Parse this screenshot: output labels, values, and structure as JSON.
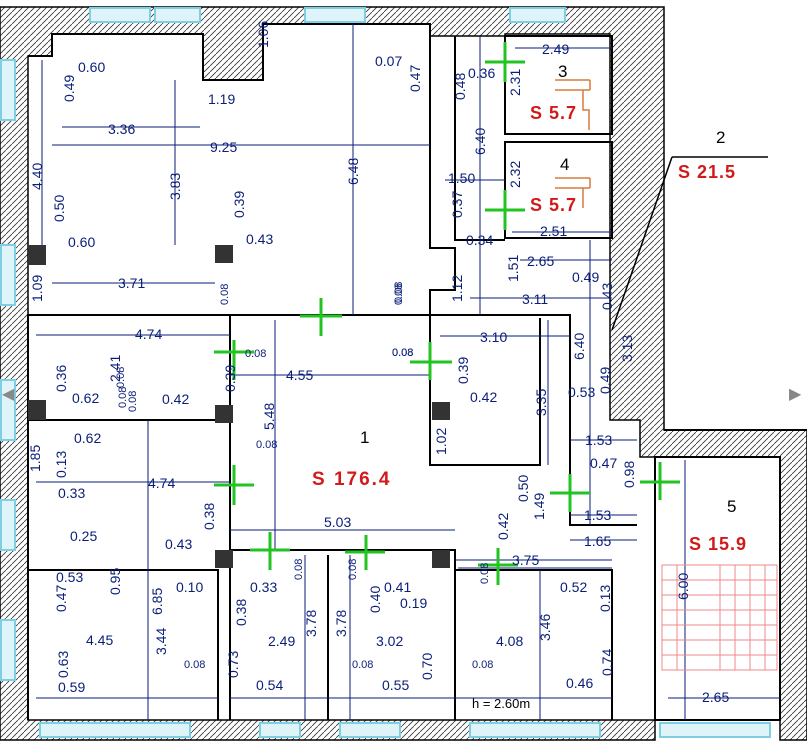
{
  "rooms": [
    {
      "number": "1",
      "area": "S 176.4"
    },
    {
      "number": "2",
      "area": "S 21.5"
    },
    {
      "number": "3",
      "area": "S 5.7"
    },
    {
      "number": "4",
      "area": "S 5.7"
    },
    {
      "number": "5",
      "area": "S 15.9"
    }
  ],
  "ceiling_height": "h = 2.60m",
  "nav": {
    "prev": "◀",
    "next": "▶"
  },
  "dimensions": [
    "0.60",
    "1.06",
    "0.07",
    "0.47",
    "0.36",
    "2.49",
    "0.49",
    "1.19",
    "3.36",
    "0.48",
    "2.31",
    "9.25",
    "6.40",
    "4.40",
    "3.83",
    "6.48",
    "1.50",
    "2.32",
    "0.50",
    "0.39",
    "0.37",
    "0.60",
    "0.43",
    "0.34",
    "2.51",
    "2.65",
    "3.71",
    "1.51",
    "0.49",
    "1.09",
    "1.12",
    "3.11",
    "0.43",
    "4.74",
    "3.10",
    "0.08",
    "0.08",
    "0.08",
    "0.36",
    "2.41",
    "0.39",
    "4.55",
    "0.39",
    "6.40",
    "3.13",
    "0.62",
    "0.42",
    "0.42",
    "5.48",
    "3.35",
    "0.53",
    "0.49",
    "1.85",
    "0.62",
    "0.08",
    "1.02",
    "1.53",
    "0.13",
    "0.47",
    "4.74",
    "0.98",
    "0.33",
    "0.38",
    "0.50",
    "1.49",
    "1.53",
    "5.03",
    "0.42",
    "0.25",
    "1.65",
    "0.43",
    "3.75",
    "0.53",
    "0.95",
    "6.85",
    "0.10",
    "0.33",
    "0.41",
    "0.52",
    "0.47",
    "3.44",
    "0.38",
    "3.78",
    "3.78",
    "0.40",
    "0.19",
    "3.46",
    "0.13",
    "6.00",
    "4.45",
    "2.49",
    "3.02",
    "4.08",
    "0.63",
    "0.73",
    "0.70",
    "0.74",
    "0.59",
    "0.54",
    "0.55",
    "0.46",
    "2.65",
    "0.08",
    "0.08",
    "0.08",
    "0.08",
    "0.08",
    "0.08",
    "0.08",
    "0.08",
    "0.08",
    "0.08",
    "0.08",
    "0.08"
  ]
}
